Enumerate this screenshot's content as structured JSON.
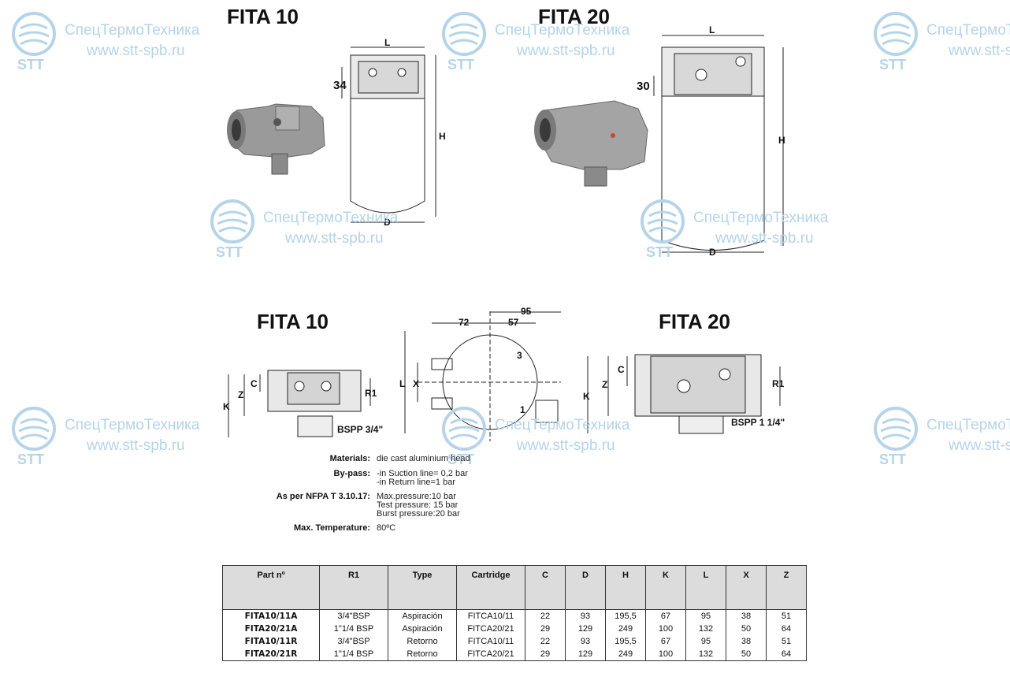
{
  "titles": {
    "top_left": "FITA 10",
    "top_right": "FITA 20",
    "mid_left": "FITA 10",
    "mid_right": "FITA 20"
  },
  "watermark": {
    "company": "СпецТермоТехника",
    "site": "www.stt-spb.ru",
    "logo_text": "STT",
    "color": "#b5d4ea"
  },
  "drawing_labels": {
    "fita10_top": {
      "L": "L",
      "H": "H",
      "D": "D",
      "dim34": "34"
    },
    "fita20_top": {
      "L": "L",
      "H": "H",
      "D": "D",
      "dim30": "30"
    },
    "fita10_side": {
      "C": "C",
      "Z": "Z",
      "K": "K",
      "R1": "R1",
      "bspp": "BSPP 3/4\""
    },
    "plan": {
      "d95": "95",
      "d72": "72",
      "d57": "57",
      "L": "L",
      "X": "X",
      "p3": "3",
      "p1": "1"
    },
    "fita20_side": {
      "C": "C",
      "Z": "Z",
      "K": "K",
      "R1": "R1",
      "bspp": "BSPP 1 1/4\""
    }
  },
  "specs": {
    "materials_label": "Materials:",
    "materials_value": "die cast aluminium head",
    "bypass_label": "By-pass:",
    "bypass_1": "-in Suction line= 0,2 bar",
    "bypass_2": "-in Return line=1 bar",
    "nfpa_label": "As per NFPA T 3.10.17:",
    "nfpa_1": "Max.pressure:10 bar",
    "nfpa_2": "Test pressure: 15 bar",
    "nfpa_3": "Burst pressure:20 bar",
    "temp_label": "Max. Temperature:",
    "temp_value": "80ºC"
  },
  "table": {
    "headers": [
      "Part nº",
      "R1",
      "Type",
      "Cartridge",
      "C",
      "D",
      "H",
      "K",
      "L",
      "X",
      "Z"
    ],
    "rows": [
      [
        "FITA10/11A",
        "3/4\"BSP",
        "Aspiración",
        "FITCA10/11",
        "22",
        "93",
        "195,5",
        "67",
        "95",
        "38",
        "51"
      ],
      [
        "FITA20/21A",
        "1\"1/4 BSP",
        "Aspiración",
        "FITCA20/21",
        "29",
        "129",
        "249",
        "100",
        "132",
        "50",
        "64"
      ],
      [
        "FITA10/11R",
        "3/4\"BSP",
        "Retorno",
        "FITCA10/11",
        "22",
        "93",
        "195,5",
        "67",
        "95",
        "38",
        "51"
      ],
      [
        "FITA20/21R",
        "1\"1/4 BSP",
        "Retorno",
        "FITCA20/21",
        "29",
        "129",
        "249",
        "100",
        "132",
        "50",
        "64"
      ]
    ]
  }
}
